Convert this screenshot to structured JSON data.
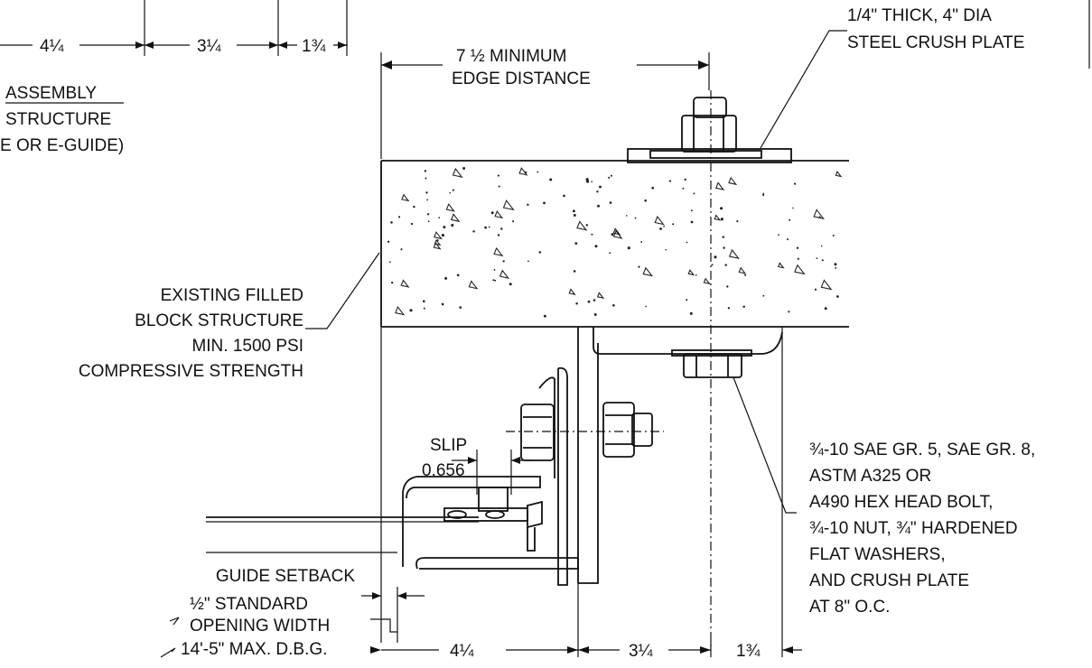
{
  "top_dims": {
    "d1": "4¼",
    "d2": "3¼",
    "d3": "1¾"
  },
  "assembly_label": {
    "line1": "ASSEMBLY",
    "line2": "STRUCTURE",
    "line3": "E OR E-GUIDE)"
  },
  "edge_distance": {
    "line1": "7 ½ MINIMUM",
    "line2": "EDGE DISTANCE"
  },
  "crush_plate": {
    "line1": "1/4\" THICK, 4\" DIA",
    "line2": "STEEL CRUSH PLATE"
  },
  "block_label": {
    "line1": "EXISTING FILLED",
    "line2": "BLOCK STRUCTURE",
    "line3": "MIN. 1500 PSI",
    "line4": "COMPRESSIVE STRENGTH"
  },
  "slip": {
    "label": "SLIP",
    "value": "0.656"
  },
  "bolt_spec": {
    "line1": "¾-10 SAE GR. 5, SAE GR. 8,",
    "line2": "ASTM A325 OR",
    "line3": "A490 HEX HEAD BOLT,",
    "line4": "¾-10 NUT,  ¾\" HARDENED",
    "line5": "FLAT WASHERS,",
    "line6": "AND CRUSH PLATE",
    "line7": "AT 8\" O.C."
  },
  "guide_setback": {
    "line1": "GUIDE SETBACK",
    "line2": "½\" STANDARD",
    "line3": "OPENING WIDTH",
    "line4": "14'-5\" MAX. D.B.G."
  },
  "bottom_dims": {
    "d1": "4¼",
    "d2": "3¼",
    "d3": "1¾"
  }
}
